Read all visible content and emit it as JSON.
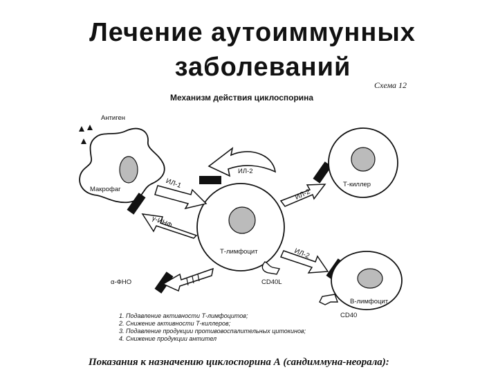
{
  "slide": {
    "title_line1": "Лечение аутоиммунных",
    "title_line2": "заболеваний"
  },
  "scheme": {
    "label": "Схема 12",
    "title": "Механизм действия циклоспорина"
  },
  "labels": {
    "antigen": "Антиген",
    "macrophage": "Макрофаг",
    "il1": "ИЛ-1",
    "gamma_ifn": "γ-ИНФ",
    "il2_top": "ИЛ-2",
    "il2_killer": "ИЛ-2",
    "il2_b": "ИЛ-2",
    "t_killer": "Т-киллер",
    "t_lymphocyte": "Т-лимфоцит",
    "cd40l": "CD40L",
    "b_lymphocyte": "В-лимфоцит",
    "cd40": "CD40",
    "tnf": "α-ФНО"
  },
  "effects": [
    "1. Подавление активности Т-лимфоцитов;",
    "2. Снижение активности Т-киллеров;",
    "3. Подавление продукции противовоспалительных цитокинов;",
    "4. Снижение продукции антител"
  ],
  "indications": "Показания к назначению циклоспорина А (сандиммуна-неорала):"
}
